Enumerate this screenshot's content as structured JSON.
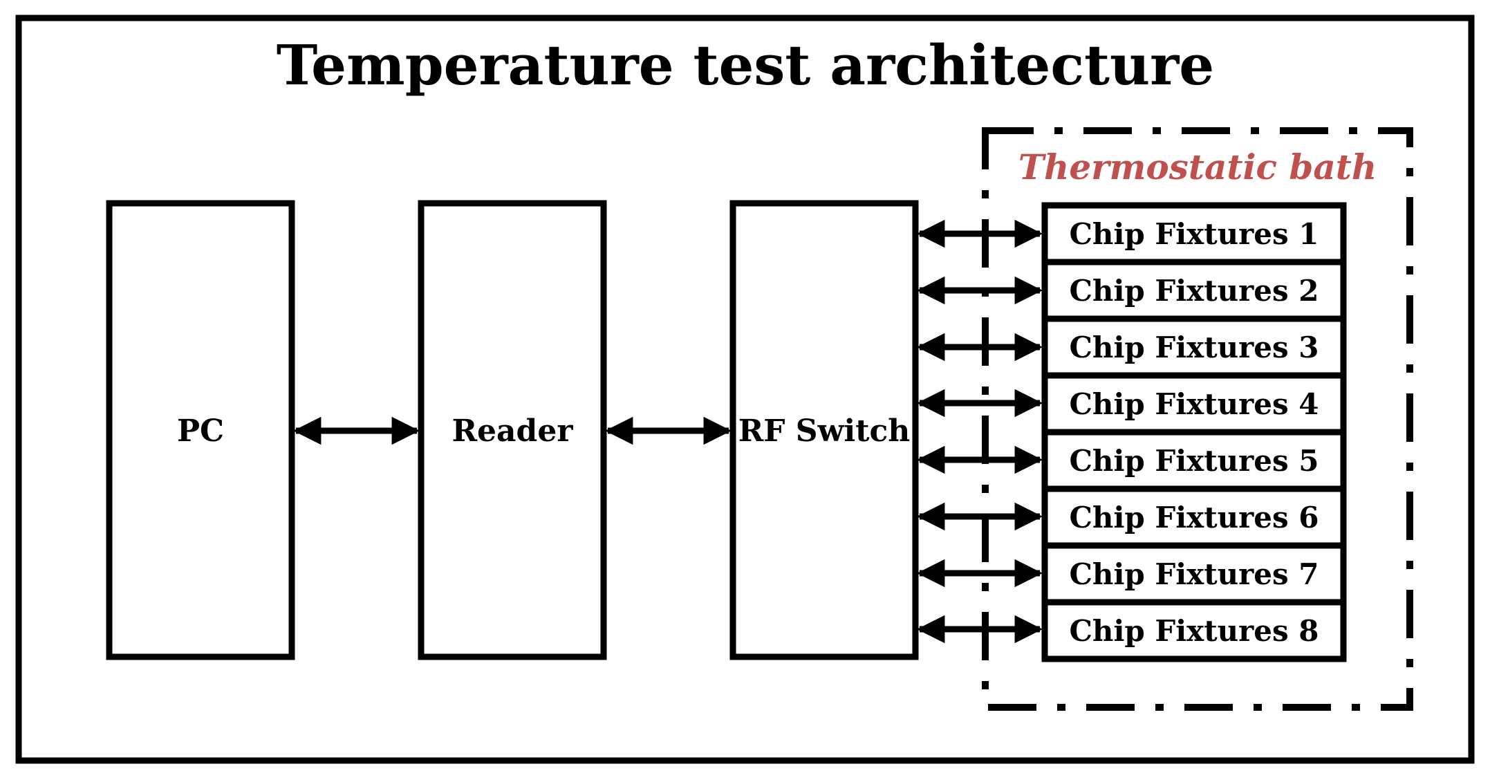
{
  "diagram": {
    "title": "Temperature test architecture",
    "blocks": {
      "pc": "PC",
      "reader": "Reader",
      "rf_switch": "RF Switch"
    },
    "thermostatic_bath": {
      "label": "Thermostatic bath",
      "label_color": "#c0504d"
    },
    "fixtures": [
      "Chip Fixtures 1",
      "Chip Fixtures 2",
      "Chip Fixtures 3",
      "Chip Fixtures 4",
      "Chip Fixtures 5",
      "Chip Fixtures 6",
      "Chip Fixtures 7",
      "Chip Fixtures 8"
    ],
    "connections": [
      {
        "from": "PC",
        "to": "Reader",
        "direction": "bidirectional"
      },
      {
        "from": "Reader",
        "to": "RF Switch",
        "direction": "bidirectional"
      },
      {
        "from": "RF Switch",
        "to": "Chip Fixtures 1-8",
        "direction": "bidirectional"
      }
    ],
    "colors": {
      "line": "#000000",
      "background": "#ffffff"
    }
  }
}
